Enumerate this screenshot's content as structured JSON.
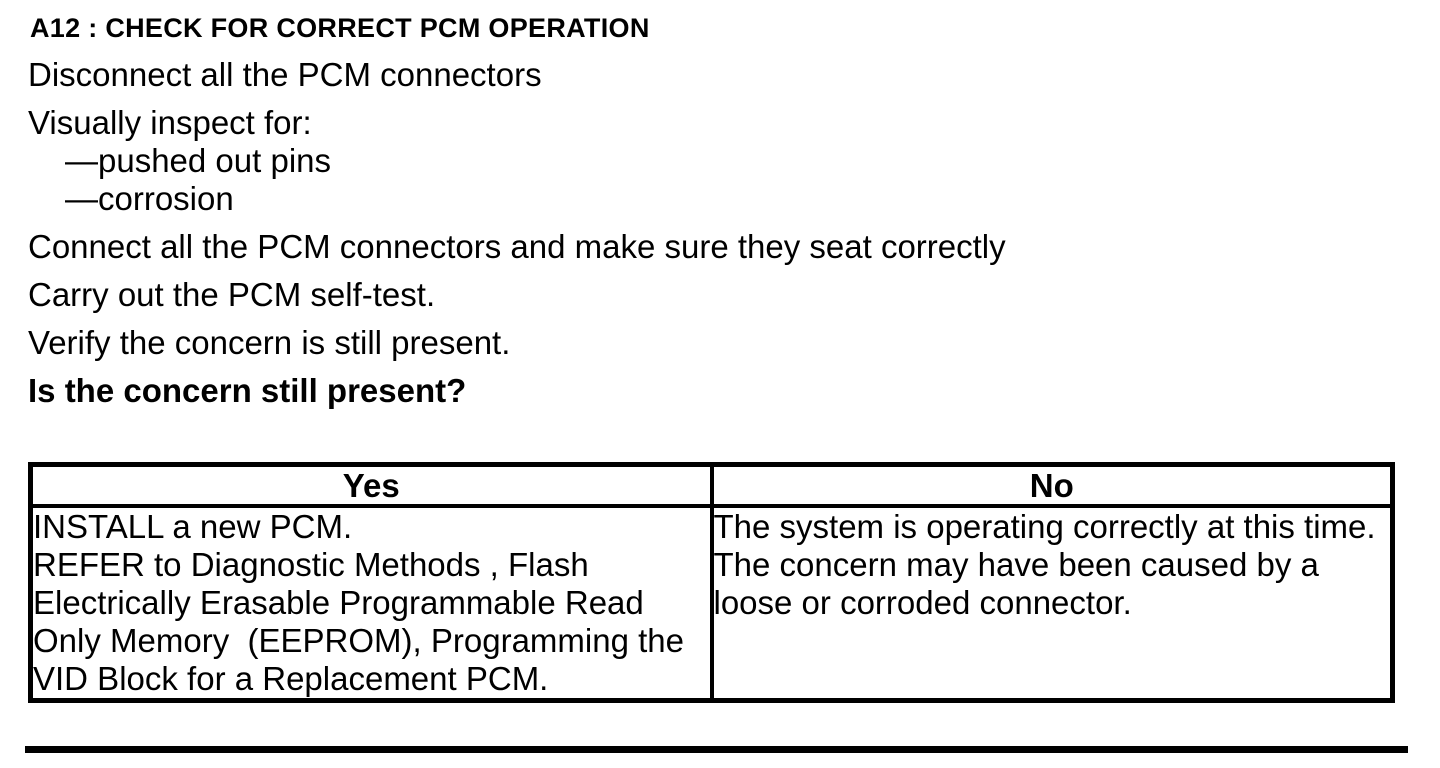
{
  "page": {
    "title": "A12 : CHECK FOR CORRECT PCM OPERATION",
    "steps": [
      {
        "text": "Disconnect all the PCM connectors"
      },
      {
        "text": "Visually inspect for:"
      },
      {
        "text": "—pushed out pins"
      },
      {
        "text": "—corrosion"
      },
      {
        "text": "Connect all the PCM connectors and make sure they seat correctly"
      },
      {
        "text": "Carry out the PCM self-test."
      },
      {
        "text": "Verify the concern is still present."
      },
      {
        "text": "Is the concern still present?"
      }
    ],
    "decision_table": {
      "yes_header": "Yes",
      "no_header": "No",
      "yes_lines": [
        "INSTALL a new PCM.",
        "REFER to Diagnostic Methods , Flash",
        "Electrically Erasable Programmable Read",
        "Only Memory  (EEPROM), Programming the",
        "VID Block for a Replacement PCM."
      ],
      "no_lines": [
        "The system is operating correctly at this time.",
        "The concern may have been caused by a",
        "loose or corroded connector."
      ]
    }
  }
}
